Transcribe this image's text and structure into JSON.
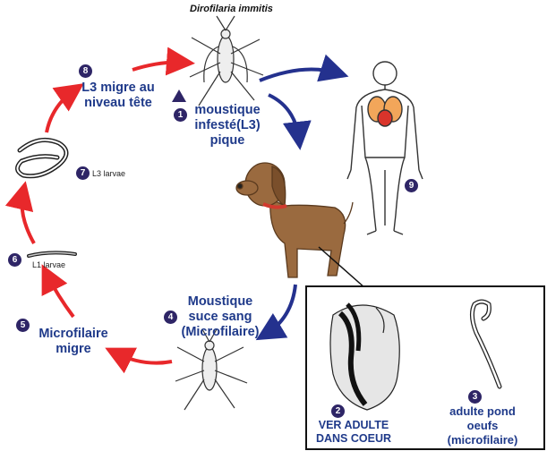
{
  "title": "Dirofilaria immitis",
  "steps": [
    {
      "num": "1",
      "text_lines": [
        "moustique",
        "infesté(L3)",
        "pique"
      ]
    },
    {
      "num": "2",
      "text_lines": [
        "VER ADULTE",
        "DANS COEUR"
      ]
    },
    {
      "num": "3",
      "text_lines": [
        "adulte pond",
        "oeufs",
        "(microfilaire)"
      ]
    },
    {
      "num": "4",
      "text_lines": [
        "Moustique",
        "suce sang",
        "(Microfilaire)"
      ]
    },
    {
      "num": "5",
      "text_lines": [
        "Microfilaire",
        "migre"
      ]
    },
    {
      "num": "6",
      "text_lines": []
    },
    {
      "num": "7",
      "text_lines": []
    },
    {
      "num": "8",
      "text_lines": [
        "L3 migre au",
        "niveau tête"
      ]
    },
    {
      "num": "9",
      "text_lines": []
    }
  ],
  "captions": {
    "l1": "L1 larvae",
    "l3": "L3 larvae"
  },
  "colors": {
    "red_arrow": "#e8282b",
    "blue_arrow": "#24318e",
    "label_text": "#1f3a8a",
    "badge": "#2e2566",
    "dog": "#9a6a3f"
  }
}
